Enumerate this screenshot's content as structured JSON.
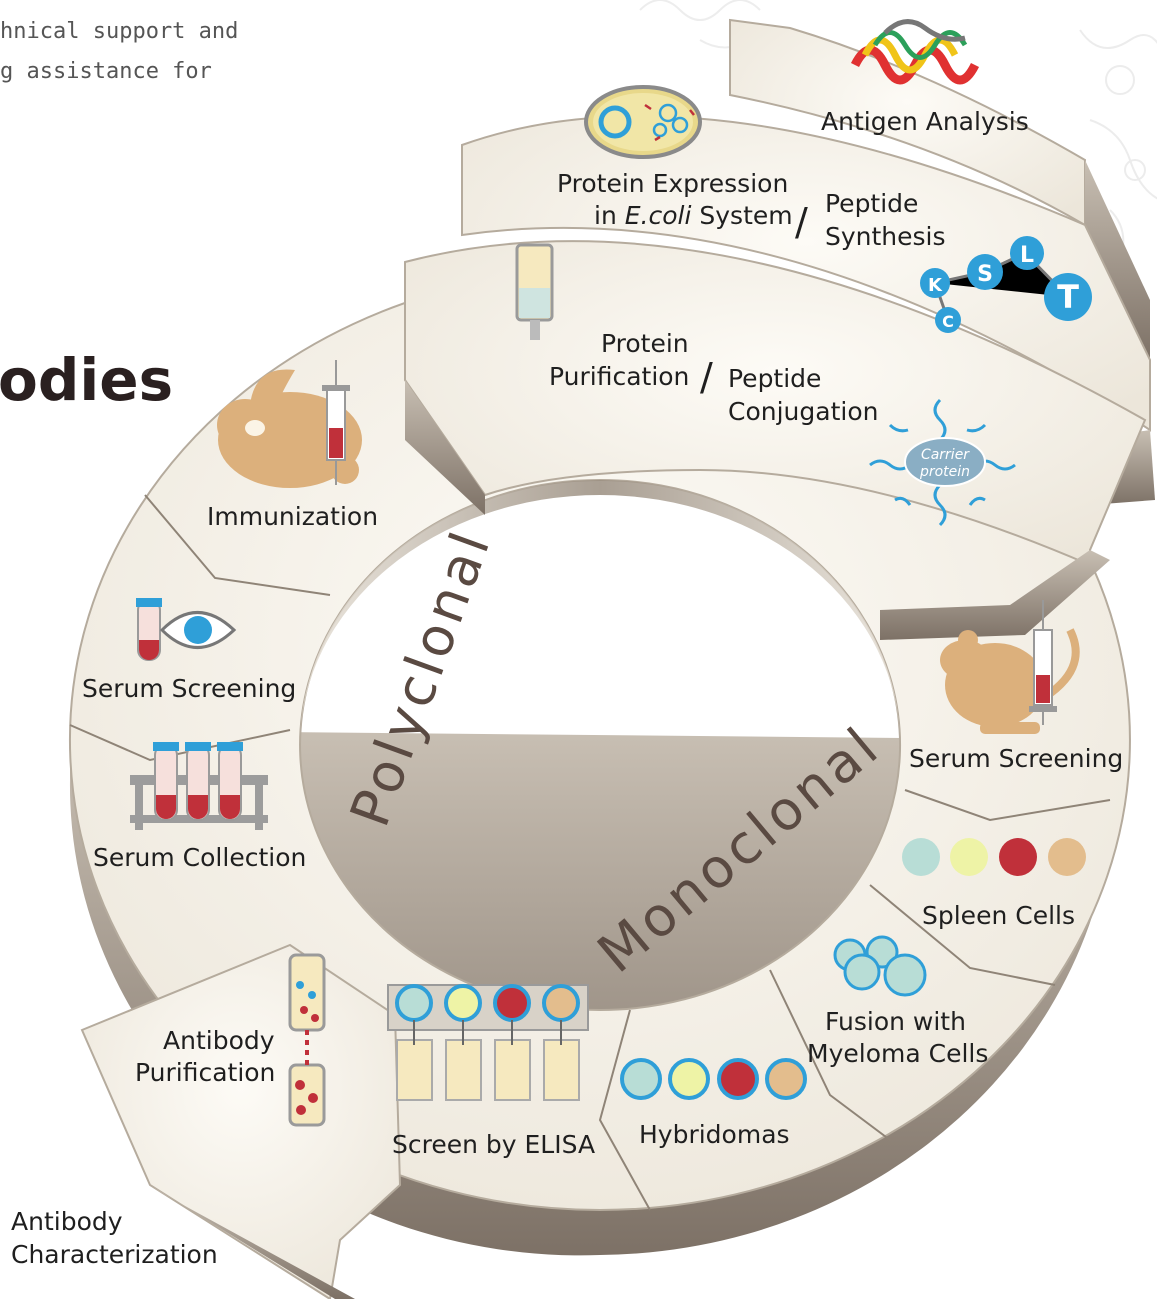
{
  "intro": {
    "line1": "hnical   support   and",
    "line2": "g  assistance  for"
  },
  "heading": "odies",
  "ring": {
    "polyclonal": "Polyclonal",
    "monoclonal": "Monoclonal"
  },
  "steps": {
    "antigen_analysis": "Antigen Analysis",
    "protein_expression_1": "Protein Expression",
    "protein_expression_2a": "in ",
    "protein_expression_2b": "E.coli",
    "protein_expression_2c": " System",
    "slash": "/",
    "peptide_synthesis_1": "Peptide",
    "peptide_synthesis_2": "Synthesis",
    "protein_purification_1": "Protein",
    "protein_purification_2": "Purification",
    "peptide_conjugation_1": "Peptide",
    "peptide_conjugation_2": "Conjugation",
    "carrier_1": "Carrier",
    "carrier_2": "protein",
    "immunization": "Immunization",
    "serum_screening_poly": "Serum Screening",
    "serum_collection": "Serum Collection",
    "serum_screening_mono": "Serum Screening",
    "spleen_cells": "Spleen Cells",
    "fusion_1": "Fusion with",
    "fusion_2": "Myeloma Cells",
    "hybridomas": "Hybridomas",
    "screen_elisa": "Screen by ELISA",
    "antibody_purification_1": "Antibody",
    "antibody_purification_2": "Purification",
    "antibody_characterization_1": "Antibody",
    "antibody_characterization_2": "Characterization"
  },
  "peptide_letters": [
    "K",
    "S",
    "L",
    "T",
    "C"
  ],
  "colors": {
    "panel": "#f7f3ea",
    "panel_edge": "#9c8f80",
    "accent_blue": "#2f9fd8",
    "tan": "#dcb07c",
    "blood_red": "#c0303a",
    "text": "#1f1f1f"
  }
}
